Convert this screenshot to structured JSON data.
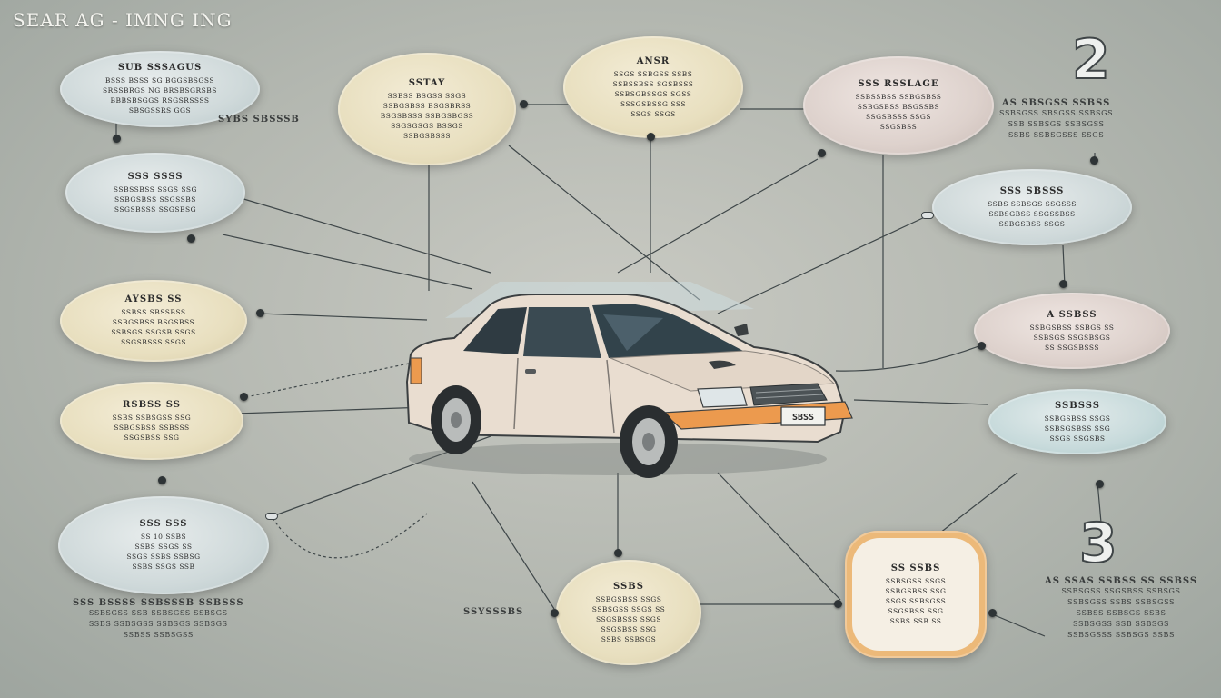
{
  "title": "SEAR AG - IMNG ING",
  "big_numbers": [
    "2",
    "3"
  ],
  "bubbles": [
    {
      "id": "b1",
      "color": "blue",
      "title": "SUB SSSAGUS",
      "lines": [
        "BSSS BSSS SG BGGSBSGSS",
        "SRSSBRGS NG BRSBSGRSBS",
        "BBBSBSGGS RSGSRSSSS",
        "SBSGSSRS GGS"
      ]
    },
    {
      "id": "b2",
      "color": "cream",
      "title": "SSTAY",
      "lines": [
        "SSBSS BSGSS SSGS",
        "SSBGSBSS BSGSBRSS",
        "BSGSBSSS SSBGSBGSS",
        "SSGSGSGS BSSGS",
        "SSBGSBSSS"
      ]
    },
    {
      "id": "b3",
      "color": "cream",
      "title": "ANSR",
      "lines": [
        "SSGS SSBGSS SSBS",
        "SSBSSBSS SGSBSSS",
        "SSBSGBSSGS SGSS",
        "SSSGSBSSG SSS",
        "SSGS SSGS"
      ]
    },
    {
      "id": "b4",
      "color": "rose",
      "title": "SSS RSSLAGE",
      "lines": [
        "SSBSSBSS SSBGSBSS",
        "SSBGSBSS BSGSSBS",
        "SSGSBSSS SSGS",
        "SSGSBSS"
      ]
    },
    {
      "id": "b5",
      "color": "blue",
      "title": "SSS SSSS",
      "lines": [
        "SSBSSBSS SSGS SSG",
        "SSBGSBSS SSGSSBS",
        "SSGSBSSS SSGSBSG"
      ]
    },
    {
      "id": "b6",
      "color": "blue",
      "title": "SSS SBSSS",
      "lines": [
        "SSBS SSBSGS SSGSSS",
        "SSBSGBSS SSGSSBSS",
        "SSBGSBSS SSGS"
      ]
    },
    {
      "id": "b7",
      "color": "cream",
      "title": "AYSBS SS",
      "lines": [
        "SSBSS SBSSBSS",
        "SSBGSBSS BSGSBSS",
        "SSBSGS SSGSB SSGS",
        "SSGSBSSS SSGS"
      ]
    },
    {
      "id": "b8",
      "color": "rose",
      "title": "A SSBSS",
      "lines": [
        "SSBGSBSS SSBGS SS",
        "SSBSGS SSGSBSGS",
        "SS SSGSBSSS"
      ]
    },
    {
      "id": "b9",
      "color": "cream",
      "title": "RSBSS SS",
      "lines": [
        "SSBS SSBSGSS SSG",
        "SSBGSBSS SSBSSS",
        "SSGSBSS SSG"
      ]
    },
    {
      "id": "b10",
      "color": "aqua",
      "title": "SSBSSS",
      "lines": [
        "SSBGSBSS SSGS",
        "SSBSGSBSS SSG",
        "SSGS SSGSBS"
      ]
    },
    {
      "id": "b11",
      "color": "blue",
      "title": "SSS   SSS",
      "lines": [
        "SS  10      SSBS",
        "SSBS  SSGS  SS",
        "SSGS SSBS  SSBSG",
        "SSBS  SSGS  SSB"
      ]
    },
    {
      "id": "b12",
      "color": "cream",
      "title": "SSBS",
      "lines": [
        "SSBGSBSS SSGS",
        "SSBSGSS SSGS SS",
        "SSGSBSSS SSGS",
        "SSGSBSS SSG",
        "SSBS SSBSGS"
      ]
    },
    {
      "id": "b13",
      "color": "orange",
      "title": "SS SSBS",
      "lines": [
        "SSBSGSS SSGS",
        "SSBGSBSS SSG",
        "SSGS SSBSGSS",
        "SSGSBSS SSG",
        "SSBS SSB SS"
      ]
    }
  ],
  "captions": [
    {
      "id": "cap1",
      "head": "SYBS SBSSSB",
      "lines": []
    },
    {
      "id": "cap2",
      "head": "AS SBSGSS SSBSS",
      "lines": [
        "SSBSGSS SBSGSS SSBSGS",
        "SSB SSBSGS SSBSGSS",
        "SSBS SSBSGSSS SSGS"
      ]
    },
    {
      "id": "cap3",
      "head": "SSS BSSSS SSBSSSB SSBSSS",
      "lines": [
        "SSBSGSS SSB SSBSGSS SSBSGS",
        "SSBS SSBSGSS SSBSGS SSBSGS",
        "SSBSS SSBSGSS"
      ]
    },
    {
      "id": "cap4",
      "head": "SSYSSSBS",
      "lines": []
    },
    {
      "id": "cap5",
      "head": "AS SSAS SSBSS SS SSBSS",
      "lines": [
        "SSBSGSS SSGSBSS SSBSGS",
        "SSBSGSS SSBS SSBSGSS",
        "SSBSS SSBSGS SSBS",
        "SSBSGSS SSB SSBSGS",
        "SSBSGSSS SSBSGS SSBS"
      ]
    }
  ],
  "car": {
    "plate": "SBSS",
    "body_color": "#e9ddd0",
    "bumper_color": "#ec9a4e"
  }
}
